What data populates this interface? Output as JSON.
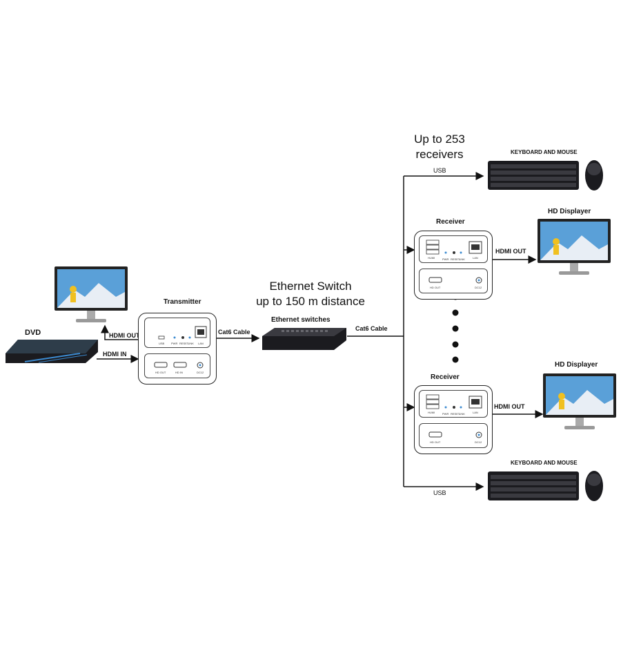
{
  "dvd": {
    "label": "DVD"
  },
  "links": {
    "hdmi_out": "HDMI OUT",
    "hdmi_in": "HDMI IN",
    "cat6_left": "Cat6 Cable",
    "cat6_right": "Cat6 Cable",
    "usb_top": "USB",
    "usb_bottom": "USB",
    "rx1_hdmi_out": "HDMI OUT",
    "rx2_hdmi_out": "HDMI OUT"
  },
  "transmitter": {
    "title": "Transmitter",
    "ports_top": [
      "USB",
      "PWR",
      "RESET",
      "LINK",
      "LAN"
    ],
    "ports_bottom": [
      "HD OUT",
      "HD IN",
      "DC12"
    ]
  },
  "switch": {
    "heading_line1": "Ethernet Switch",
    "heading_line2": "up to 150 m distance",
    "label": "Ethernet switches"
  },
  "receivers": {
    "heading_line1": "Up to 253",
    "heading_line2": "receivers",
    "rx1_title": "Receiver",
    "rx2_title": "Receiver",
    "ports_top": [
      "HUMI",
      "PWR",
      "RESET",
      "LINK",
      "LAN"
    ],
    "ports_bottom": [
      "HD OUT",
      "DC12"
    ]
  },
  "peripherals": {
    "keyboard_top": "KEYBOARD AND MOUSE",
    "keyboard_bottom": "KEYBOARD AND MOUSE",
    "display_top": "HD Displayer",
    "display_bottom": "HD Displayer"
  },
  "colors": {
    "line": "#111111",
    "device_dark": "#1b1b1f",
    "screen_sky": "#5aa0d8",
    "accent_yellow": "#f0c020"
  }
}
